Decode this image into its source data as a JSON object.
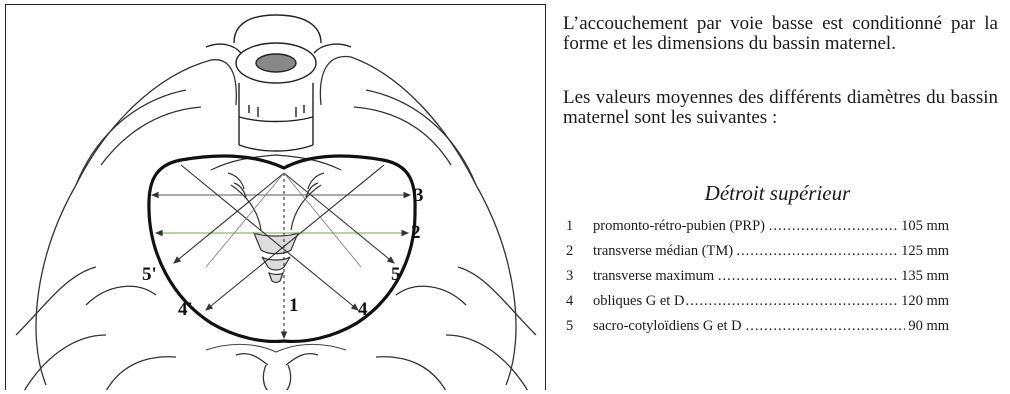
{
  "diagram": {
    "labels": {
      "l1": "1",
      "l2": "2",
      "l3": "3",
      "l4_left": "4'",
      "l4_right": "4",
      "l5_left": "5'",
      "l5_right": "5"
    }
  },
  "text": {
    "intro": "L’accouchement par voie basse est conditionné par la forme et les dimensions du bassin maternel.",
    "lead": "Les valeurs moyennes des différents diamètres du bassin maternel sont les suivantes :",
    "subtitle": "Détroit supérieur"
  },
  "diameters": [
    {
      "num": "1",
      "label": "promonto-rétro-pubien (PRP)",
      "value": "105 mm"
    },
    {
      "num": "2",
      "label": "transverse médian (TM)",
      "value": "125 mm"
    },
    {
      "num": "3",
      "label": "transverse maximum",
      "value": "135 mm"
    },
    {
      "num": "4",
      "label": "obliques G et D",
      "value": "120 mm"
    },
    {
      "num": "5",
      "label": "sacro-cotyloïdiens G et D",
      "value": "90 mm"
    }
  ],
  "colors": {
    "ink": "#1a1a1a",
    "outline": "#111111",
    "transverse_median_line": "#6aa84f",
    "transverse_line": "#555566"
  }
}
